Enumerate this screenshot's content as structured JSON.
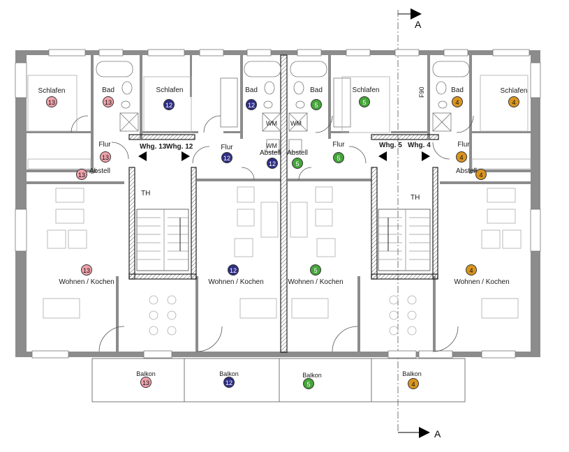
{
  "section_marker": "A",
  "colors": {
    "unit_13": "#f0a2ab",
    "unit_12": "#2e2e85",
    "unit_5": "#45a53a",
    "unit_4": "#d9951f",
    "wall": "#8c8c8c",
    "wall_dark": "#222222"
  },
  "labels": {
    "schlafen": "Schlafen",
    "bad": "Bad",
    "flur": "Flur",
    "abstell": "Abstell",
    "th": "TH",
    "wohnen_kochen": "Wohnen / Kochen",
    "balkon": "Balkon",
    "wm": "WM",
    "f90": "F90"
  },
  "units": {
    "u13": "13",
    "u12": "12",
    "u5": "5",
    "u4": "4"
  },
  "entrances": {
    "whg13": "Whg. 13",
    "whg12": "Whg. 12",
    "whg5": "Whg. 5",
    "whg4": "Whg. 4"
  }
}
